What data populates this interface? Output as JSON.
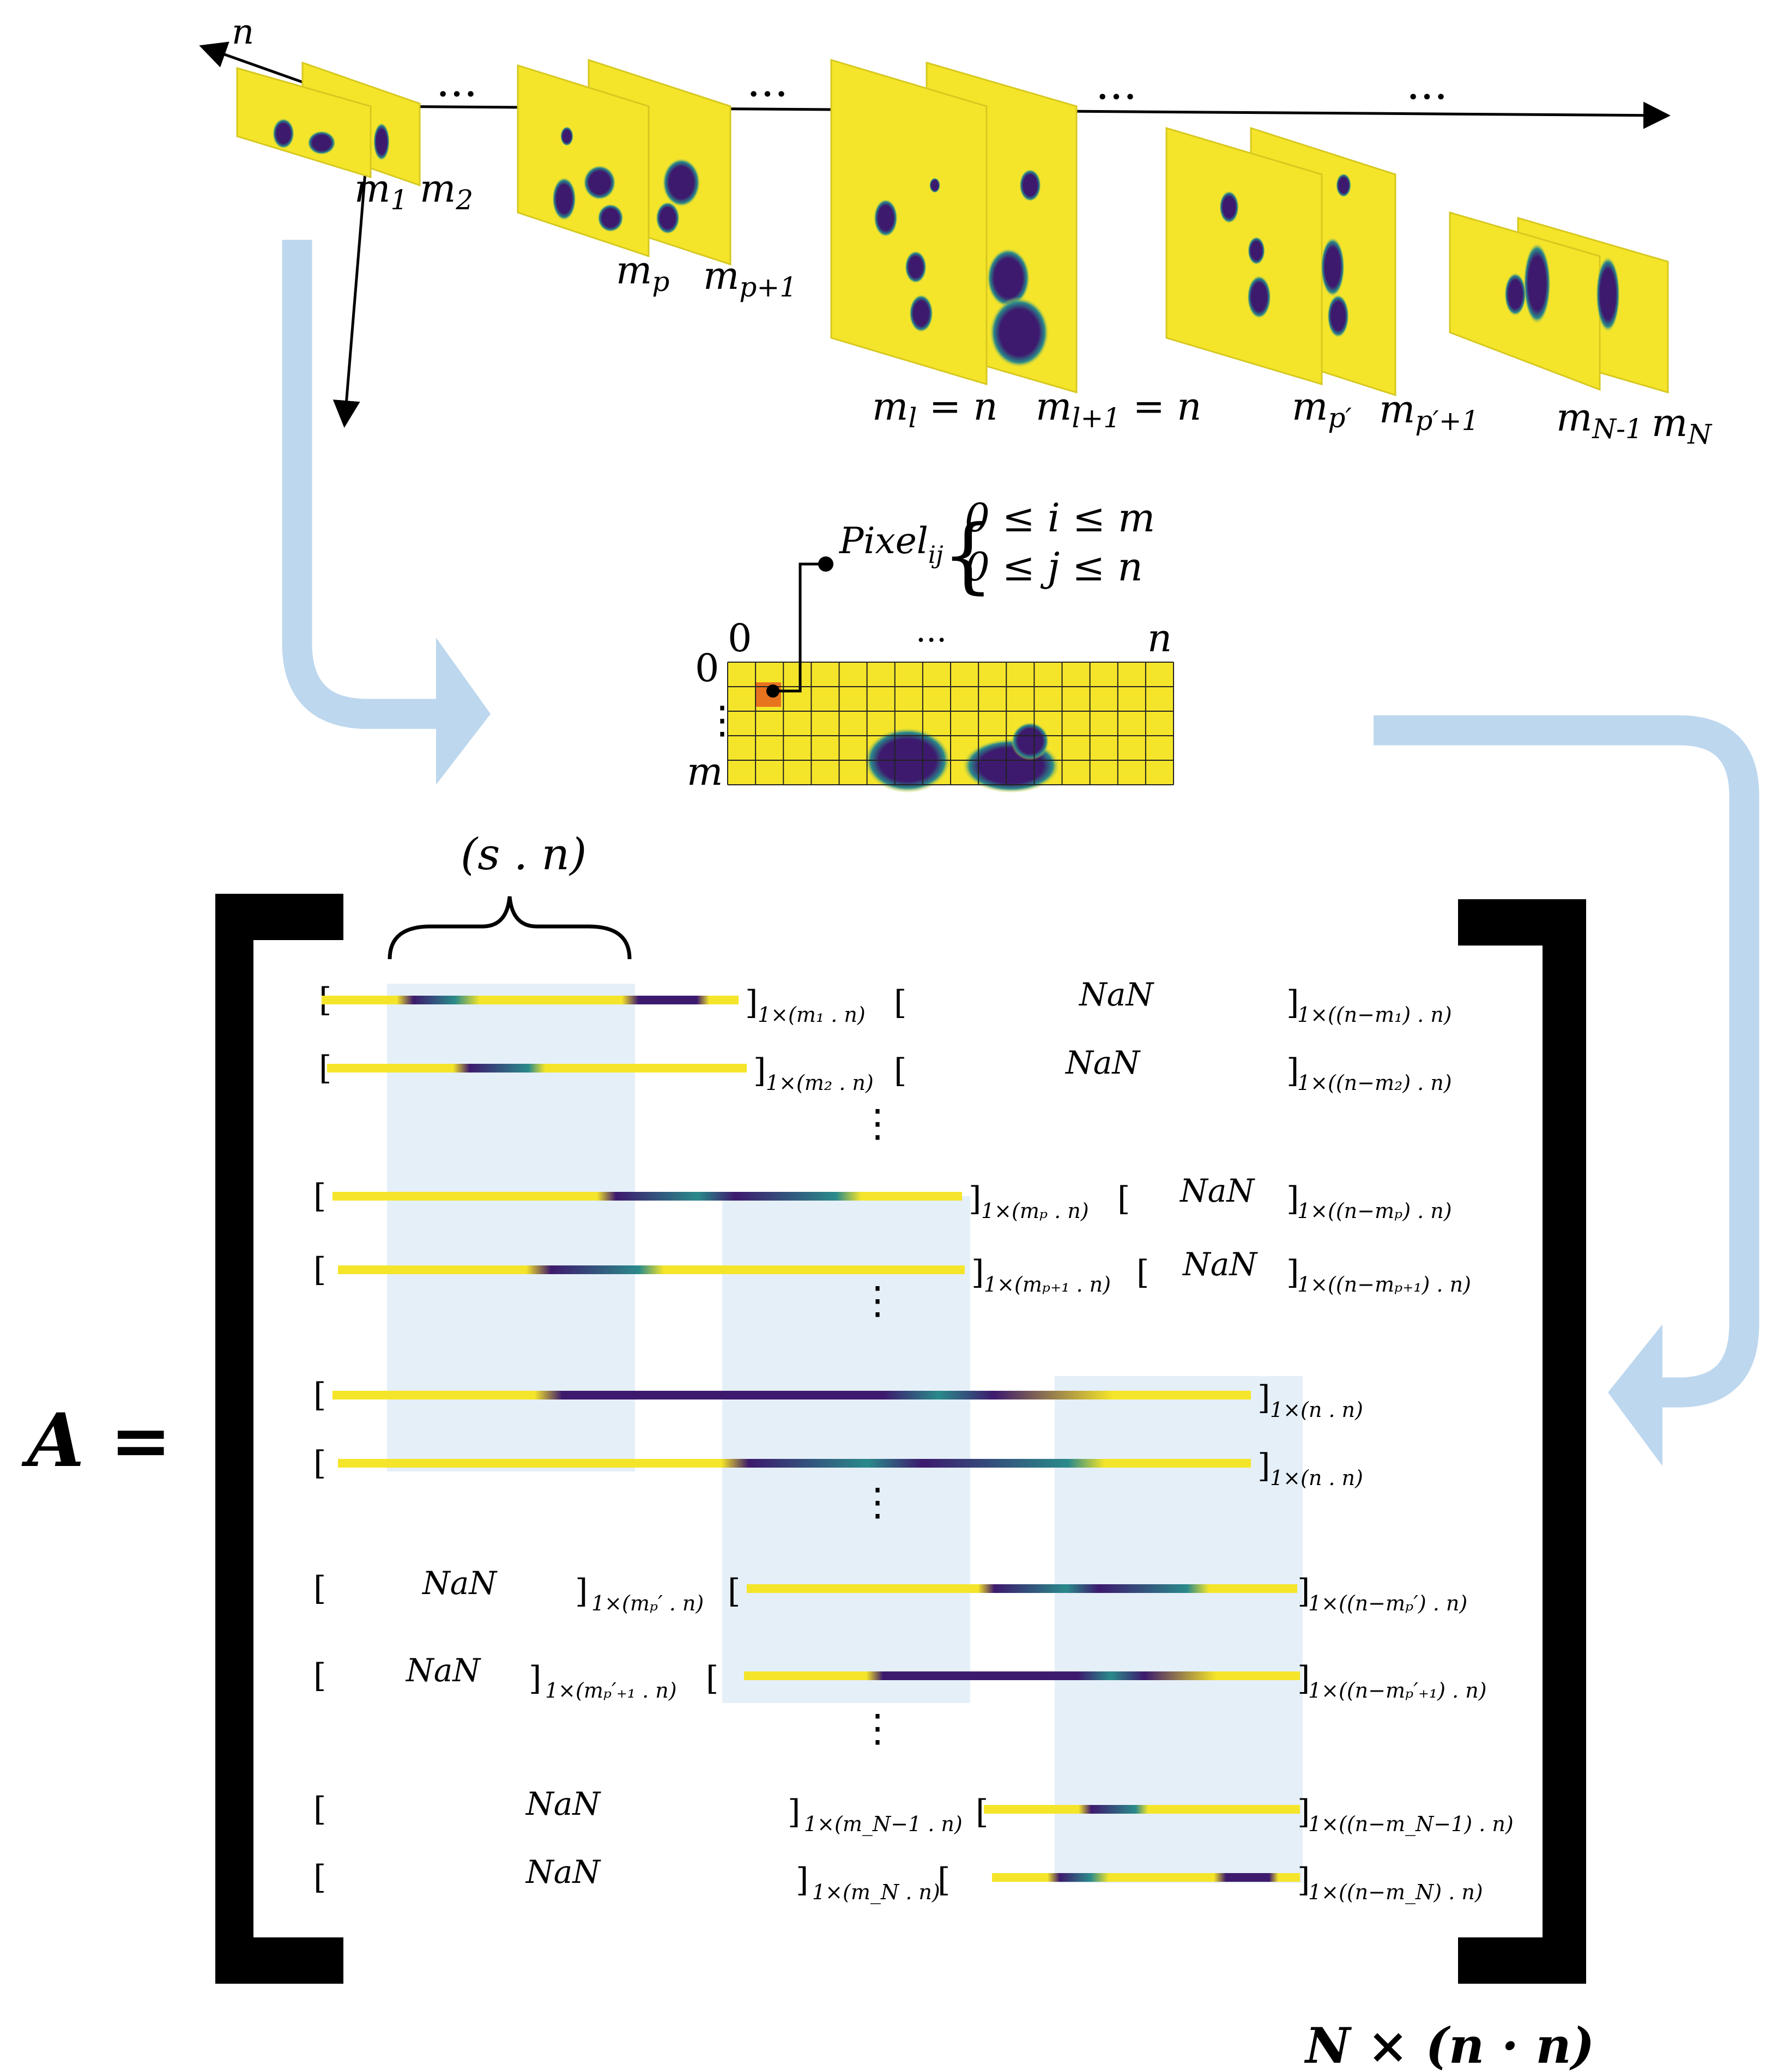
{
  "axes": {
    "depth": "n",
    "dots": "···"
  },
  "slices": [
    {
      "label": "m",
      "sub": "1"
    },
    {
      "label": "m",
      "sub": "2"
    },
    {
      "label": "m",
      "sub": "p"
    },
    {
      "label": "m",
      "sub": "p+1"
    },
    {
      "label": "m",
      "sub": "l",
      "suffix": " = n"
    },
    {
      "label": "m",
      "sub": "l+1",
      "suffix": " = n"
    },
    {
      "label": "m",
      "sub": "p′"
    },
    {
      "label": "m",
      "sub": "p′+1"
    },
    {
      "label": "m",
      "sub": "N-1"
    },
    {
      "label": "m",
      "sub": "N"
    }
  ],
  "pixel": {
    "name": "Pixel",
    "sub": "ij",
    "cond_i": "0 ≤ i ≤ m",
    "cond_j": "0 ≤ j ≤ n",
    "row0": "0",
    "col0": "0",
    "coln": "n",
    "rowm": "m",
    "dots_h": "···",
    "dots_v": "⋮"
  },
  "brace_label": "(s . n)",
  "matrix_name": "A =",
  "matrix_size": "N × (n · n)",
  "rows": [
    {
      "left": "",
      "sub1": "1×(m₁ . n)",
      "mid": "NaN",
      "sub2": "1×((n−m₁) . n)"
    },
    {
      "left": "",
      "sub1": "1×(m₂ . n)",
      "mid": "NaN",
      "sub2": "1×((n−m₂) . n)"
    },
    {
      "left": "",
      "sub1": "1×(mₚ . n)",
      "mid": "NaN",
      "sub2": "1×((n−mₚ) . n)"
    },
    {
      "left": "",
      "sub1": "1×(mₚ₊₁ . n)",
      "mid": "NaN",
      "sub2": "1×((n−mₚ₊₁) . n)"
    },
    {
      "left": "",
      "sub1": "1×(n . n)",
      "mid": "",
      "sub2": ""
    },
    {
      "left": "",
      "sub1": "1×(n . n)",
      "mid": "",
      "sub2": ""
    },
    {
      "left": "NaN",
      "sub1": "1×(mₚ′ . n)",
      "mid": "",
      "sub2": "1×((n−mₚ′) . n)"
    },
    {
      "left": "NaN",
      "sub1": "1×(mₚ′₊₁ . n)",
      "mid": "",
      "sub2": "1×((n−mₚ′₊₁) . n)"
    },
    {
      "left": "NaN",
      "sub1": "1×(m_N−1 . n)",
      "mid": "",
      "sub2": "1×((n−m_N−1) . n)"
    },
    {
      "left": "NaN",
      "sub1": "1×(m_N . n)",
      "mid": "",
      "sub2": "1×((n−m_N) . n)"
    }
  ],
  "vdots": "⋮",
  "colors": {
    "yellow": "#f5e52a",
    "purple": "#3d1a6e",
    "teal": "#2a8a8a",
    "arrow_blue": "#bdd7ee",
    "band_blue": "#dce9f5",
    "pixel_orange": "#e8731f"
  }
}
